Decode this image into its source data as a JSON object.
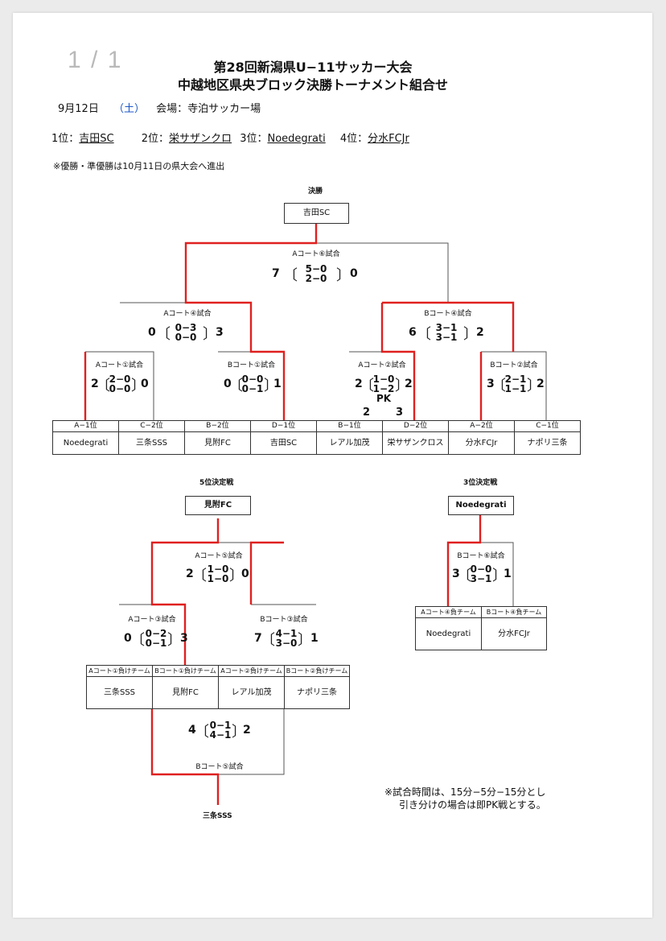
{
  "page_indicator": "1 / 1",
  "title": {
    "line1": "第28回新潟県U−11サッカー大会",
    "line2": "中越地区県央ブロック決勝トーナメント組合せ"
  },
  "info": {
    "date": "9月12日",
    "weekday": "（土）",
    "venue": "会場：寺泊サッカー場",
    "colors": {
      "weekday": "#1a56c8",
      "winner_line": "#e02020"
    }
  },
  "rankings": [
    {
      "label": "1位：",
      "team": "吉田SC"
    },
    {
      "label": "2位：",
      "team": "栄サザンクロ"
    },
    {
      "label": "3位：",
      "team": "Noedegrati"
    },
    {
      "label": "4位：",
      "team": "分水FCJr"
    }
  ],
  "advance_note": "※優勝・準優勝は10月11日の県大会へ進出",
  "main": {
    "label": "決勝",
    "champion": "吉田SC",
    "final": {
      "court": "Aコート⑥試合",
      "left": "7",
      "right": "0",
      "h1": "5−0",
      "h2": "2−0"
    },
    "semi_left": {
      "court": "Aコート④試合",
      "left": "0",
      "right": "3",
      "h1": "0−3",
      "h2": "0−0"
    },
    "semi_right": {
      "court": "Bコート④試合",
      "left": "6",
      "right": "2",
      "h1": "3−1",
      "h2": "3−1"
    },
    "q1": {
      "court": "Aコート①試合",
      "left": "2",
      "right": "0",
      "h1": "2−0",
      "h2": "0−0"
    },
    "q2": {
      "court": "Bコート①試合",
      "left": "0",
      "right": "1",
      "h1": "0−0",
      "h2": "0−1"
    },
    "q3": {
      "court": "Aコート②試合",
      "left": "2",
      "right": "2",
      "h1": "1−0",
      "h2": "1−2",
      "pk": "PK",
      "pk_left": "2",
      "pk_right": "3"
    },
    "q4": {
      "court": "Bコート②試合",
      "left": "3",
      "right": "2",
      "h1": "2−1",
      "h2": "1−1"
    },
    "slots": [
      {
        "seed": "A−1位",
        "team": "Noedegrati"
      },
      {
        "seed": "C−2位",
        "team": "三条SSS"
      },
      {
        "seed": "B−2位",
        "team": "見附FC"
      },
      {
        "seed": "D−1位",
        "team": "吉田SC"
      },
      {
        "seed": "B−1位",
        "team": "レアル加茂"
      },
      {
        "seed": "D−2位",
        "team": "栄サザンクロス"
      },
      {
        "seed": "A−2位",
        "team": "分水FCJr"
      },
      {
        "seed": "C−1位",
        "team": "ナポリ三条"
      }
    ]
  },
  "fifth": {
    "label": "5位決定戦",
    "winner": "見附FC",
    "final": {
      "court": "Aコート⑤試合",
      "left": "2",
      "right": "0",
      "h1": "1−0",
      "h2": "1−0"
    },
    "m_left": {
      "court": "Aコート③試合",
      "left": "0",
      "right": "3",
      "h1": "0−2",
      "h2": "0−1"
    },
    "m_right": {
      "court": "Bコート③試合",
      "left": "7",
      "right": "1",
      "h1": "4−1",
      "h2": "3−0"
    },
    "slots": [
      {
        "seed": "Aコート①負けチーム",
        "team": "三条SSS"
      },
      {
        "seed": "Bコート①負けチーム",
        "team": "見附FC"
      },
      {
        "seed": "Aコート②負けチーム",
        "team": "レアル加茂"
      },
      {
        "seed": "Bコート②負けチーム",
        "team": "ナポリ三条"
      }
    ],
    "bottom": {
      "court": "Bコート⑤試合",
      "left": "4",
      "right": "2",
      "h1": "0−1",
      "h2": "4−1"
    },
    "bottom_winner": "三条SSS"
  },
  "third": {
    "label": "3位決定戦",
    "winner": "Noedegrati",
    "final": {
      "court": "Bコート⑥試合",
      "left": "3",
      "right": "1",
      "h1": "0−0",
      "h2": "3−1"
    },
    "slots": [
      {
        "seed": "Aコート④負チーム",
        "team": "Noedegrati"
      },
      {
        "seed": "Bコート④負チーム",
        "team": "分水FCJr"
      }
    ]
  },
  "rules_note": {
    "line1": "※試合時間は、15分−5分−15分とし",
    "line2": "引き分けの場合は即PK戦とする。"
  }
}
